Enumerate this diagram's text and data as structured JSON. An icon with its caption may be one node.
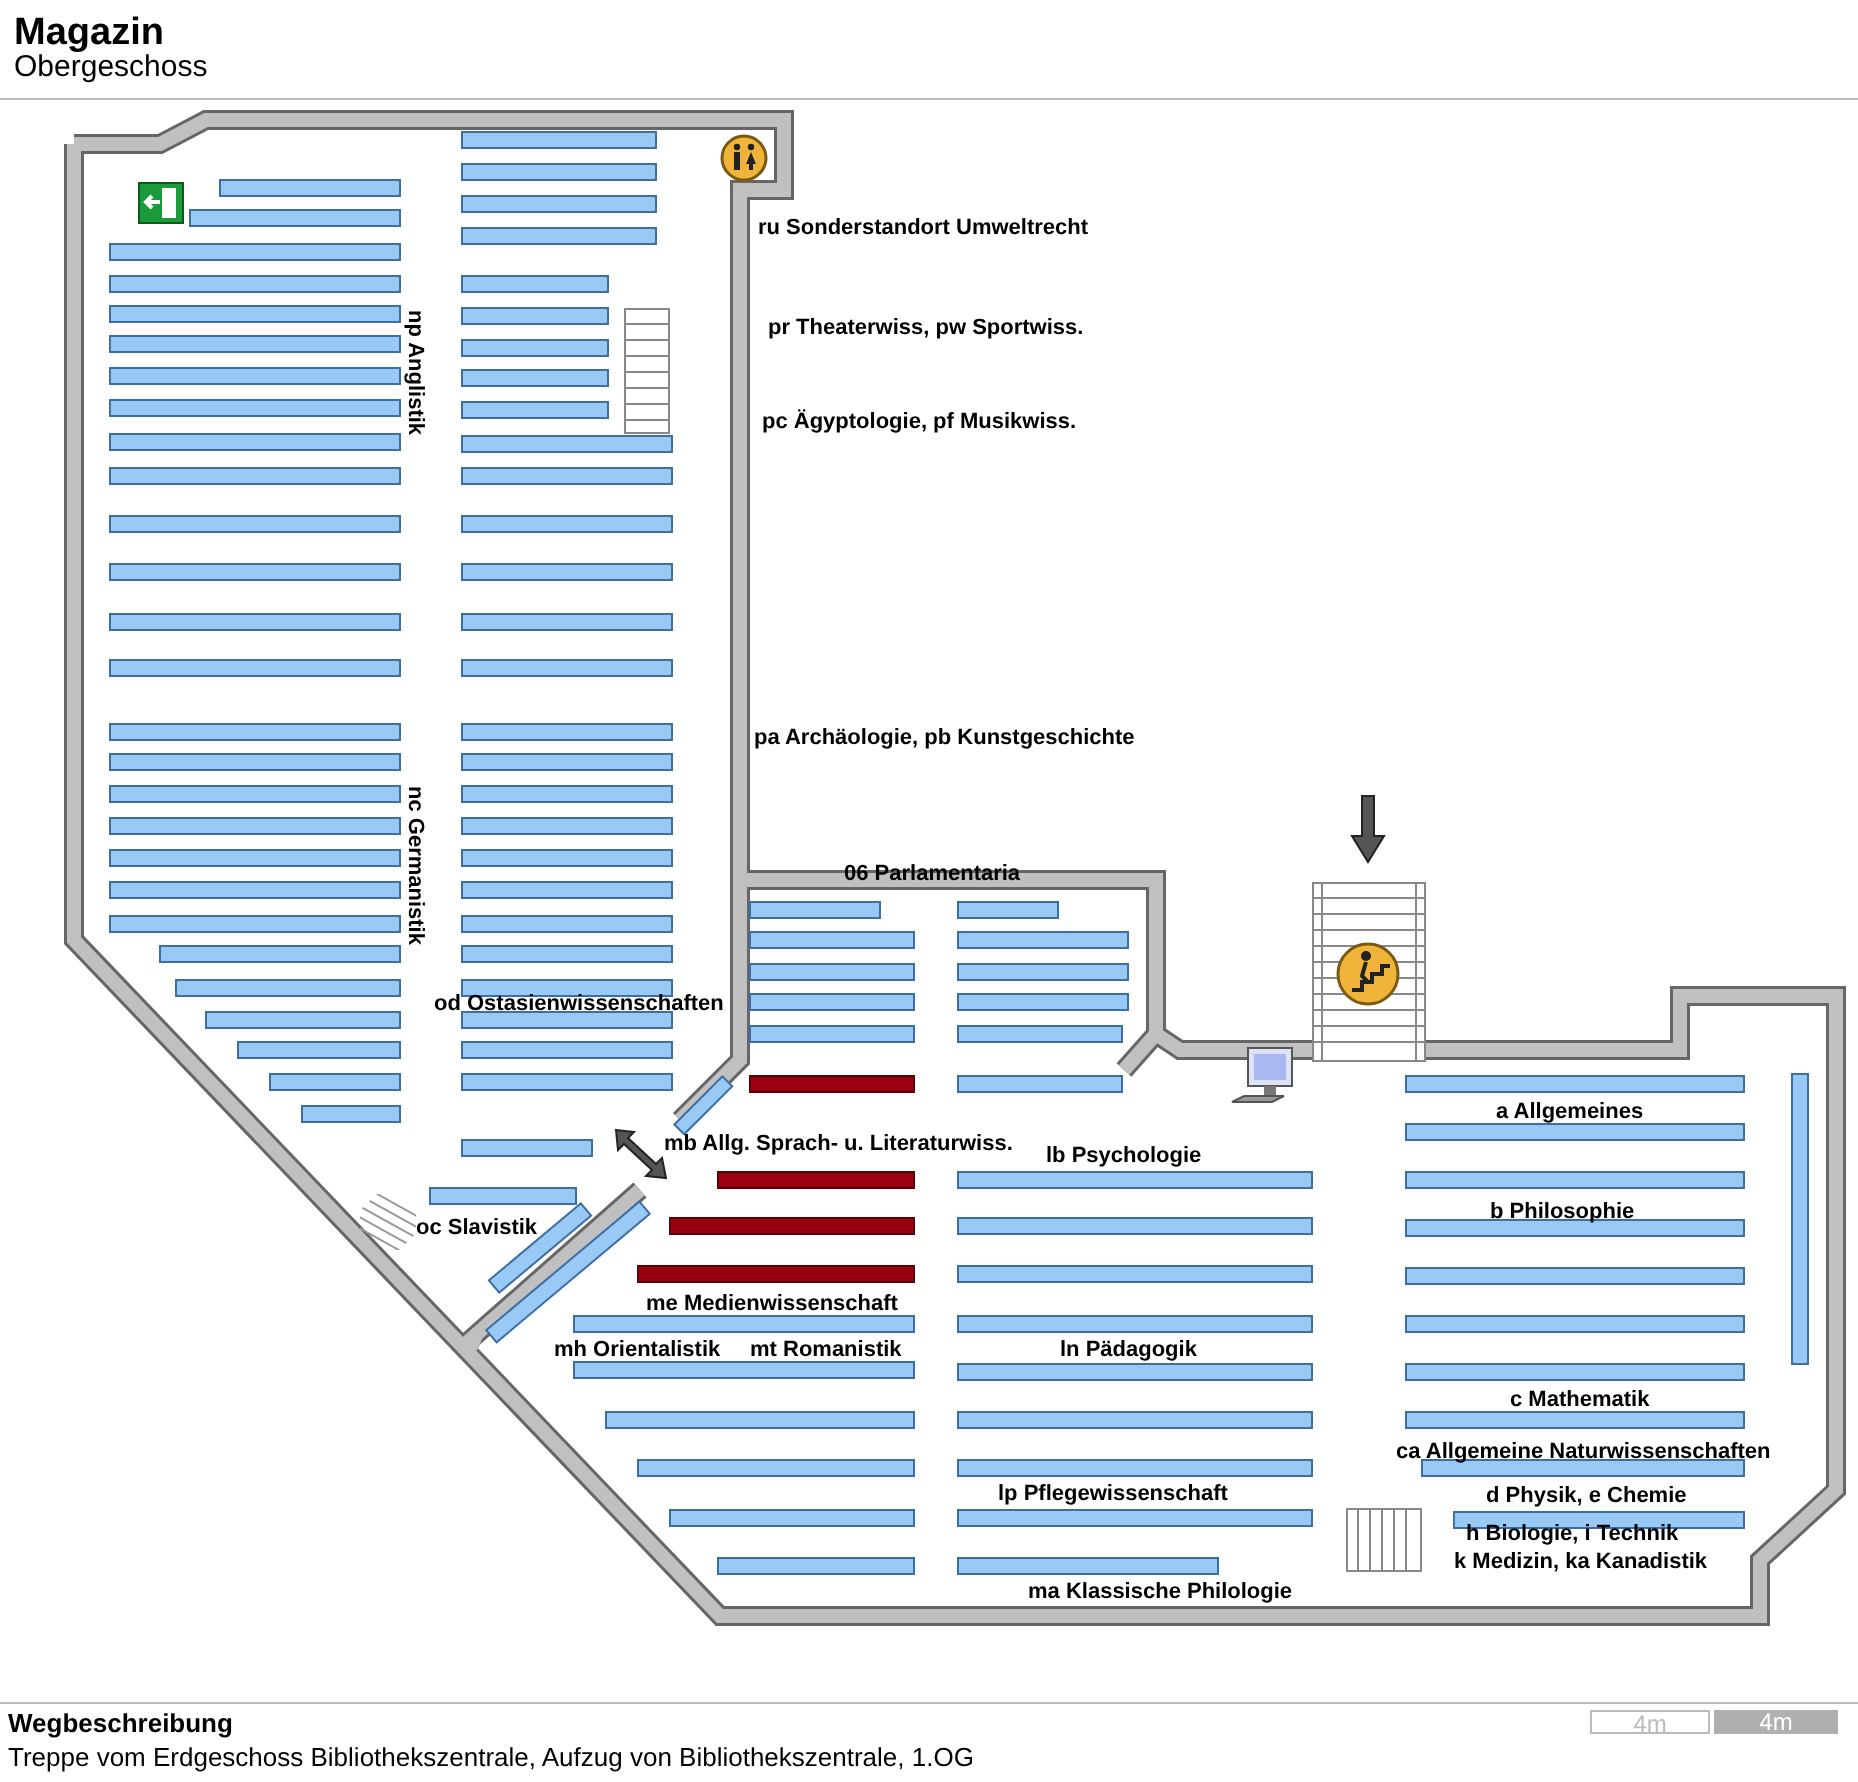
{
  "diagram": {
    "title": "Magazin",
    "labels": [
      "Obergeschoss",
      "ru Sonderstandort Umweltrecht",
      "pr Theaterwiss, pw Sportwiss.",
      "np Anglistik",
      "pc Ägyptologie, pf Musikwiss.",
      "pa Archäologie, pb Kunstgeschichte",
      "nc Germanistik",
      "06 Parlamentaria",
      "od Ostasienwissenschaften",
      "a Allgemeines",
      "mb Allg. Sprach- u. Literaturwiss.",
      "lb Psychologie",
      "b Philosophie",
      "oc Slavistik",
      "me Medienwissenschaft",
      "mh Orientalistik",
      "mt Romanistik",
      "ln Pädagogik",
      "c Mathematik",
      "ca Allgemeine Naturwissenschaften",
      "lp Pflegewissenschaft",
      "d Physik, e Chemie",
      "h Biologie, i Technik",
      "k Medizin, ka Kanadistik",
      "ma Klassische Philologie",
      "Wegbeschreibung",
      "Treppe vom Erdgeschoss Bibliothekszentrale, Aufzug von Bibliothekszentrale, 1.OG",
      "4m",
      "4m"
    ]
  }
}
